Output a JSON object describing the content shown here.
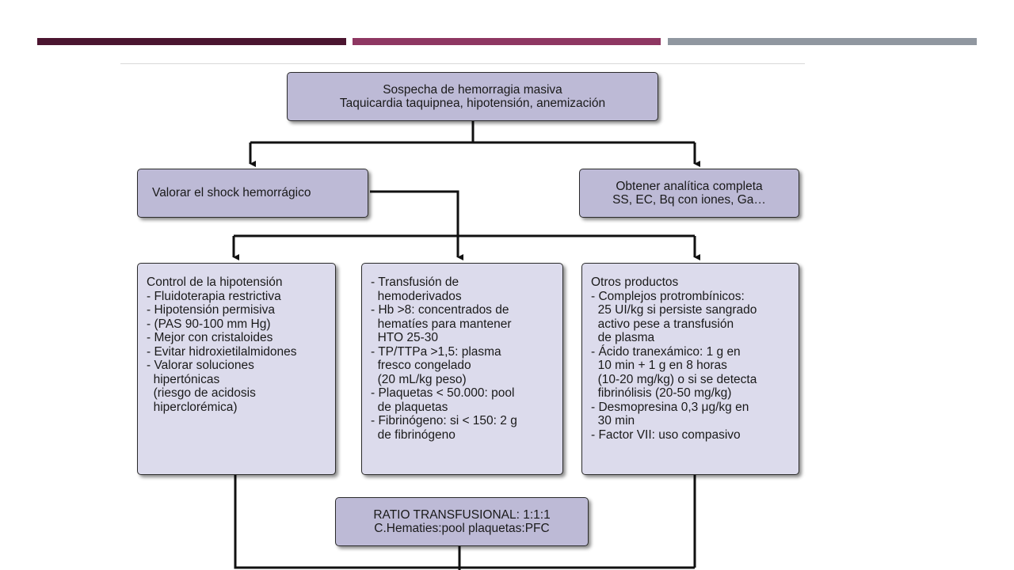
{
  "flowchart": {
    "top": {
      "line1": "Sospecha de hemorragia masiva",
      "line2": "Taquicardia taquipnea, hipotensión, anemización"
    },
    "shock": {
      "label": "Valorar el shock hemorrágico"
    },
    "analytics": {
      "line1": "Obtener analítica completa",
      "line2": "SS, EC, Bq con iones, Ga…"
    },
    "hypotension": {
      "title": "Control de la hipotensión",
      "items": [
        "- Fluidoterapia restrictiva",
        "- Hipotensión permisiva",
        "- (PAS 90-100 mm Hg)",
        "- Mejor con cristaloides",
        "- Evitar hidroxietilalmidones",
        "- Valorar soluciones",
        "  hipertónicas",
        "  (riesgo de acidosis",
        "  hiperclorémica)"
      ]
    },
    "transfusion": {
      "items": [
        "- Transfusión de",
        "  hemoderivados",
        "- Hb >8: concentrados de",
        "  hematíes para mantener",
        "  HTO 25-30",
        "- TP/TTPa >1,5: plasma",
        "  fresco congelado",
        "  (20 mL/kg peso)",
        "- Plaquetas < 50.000: pool",
        "  de plaquetas",
        "- Fibrinógeno: si < 150: 2 g",
        "  de fibrinógeno"
      ]
    },
    "other": {
      "title": "Otros productos",
      "items": [
        "- Complejos protrombínicos:",
        "  25 UI/kg si persiste sangrado",
        "  activo pese a transfusión",
        "  de plasma",
        "- Ácido tranexámico: 1 g en",
        "  10 min + 1 g en 8 horas",
        "  (10-20 mg/kg) o si se detecta",
        "  fibrinólisis (20-50 mg/kg)",
        "- Desmopresina 0,3 μg/kg en",
        "  30 min",
        "- Factor VII: uso compasivo"
      ]
    },
    "ratio": {
      "line1": "RATIO TRANSFUSIONAL: 1:1:1",
      "line2": "C.Hematies:pool plaquetas:PFC"
    }
  },
  "colors": {
    "box_fill": "#bdbad6",
    "box_fill_light": "#dcdbec",
    "accent_dark": "#4b1530",
    "accent_mid": "#8e3762",
    "accent_grey": "#9097a0"
  }
}
